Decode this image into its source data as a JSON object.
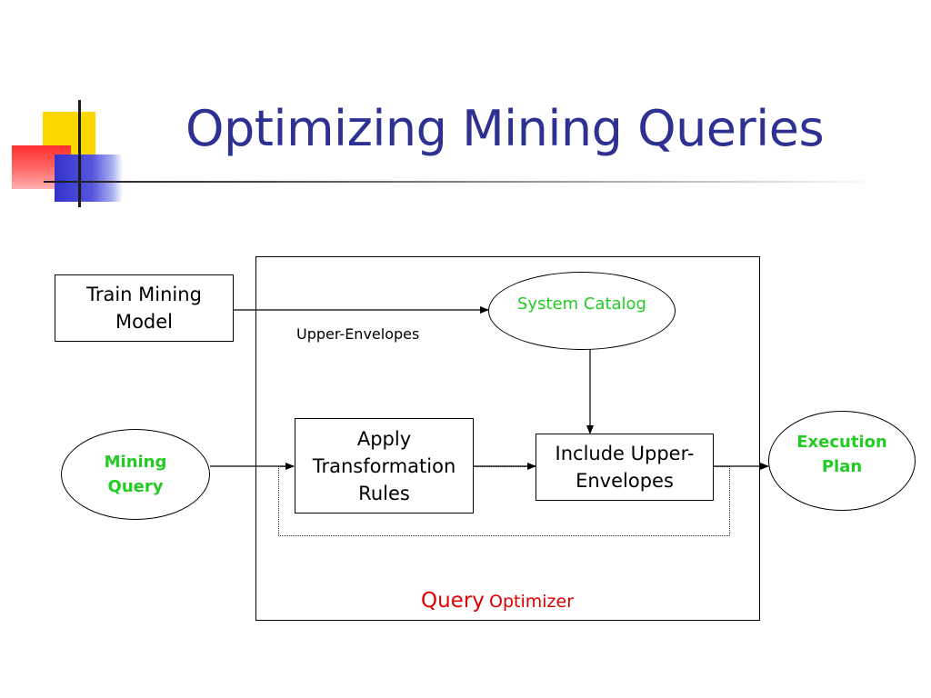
{
  "slide": {
    "title": "Optimizing Mining Queries"
  },
  "diagram": {
    "train_model": {
      "line1": "Train Mining",
      "line2": "Model"
    },
    "system_catalog": "System Catalog",
    "edge_label_upper_envelopes": "Upper-Envelopes",
    "mining_query": {
      "line1": "Mining",
      "line2": "Query"
    },
    "apply_rules": {
      "line1": "Apply",
      "line2": "Transformation",
      "line3": "Rules"
    },
    "include_envelopes": {
      "line1": "Include Upper-",
      "line2": "Envelopes"
    },
    "execution_plan": {
      "line1": "Execution",
      "line2": "Plan"
    },
    "optimizer_caption": {
      "word1": "Query",
      "word2": "Optimizer"
    }
  },
  "colors": {
    "title": "#2e3192",
    "green_text": "#22cc22",
    "caption_red": "#e00000"
  }
}
